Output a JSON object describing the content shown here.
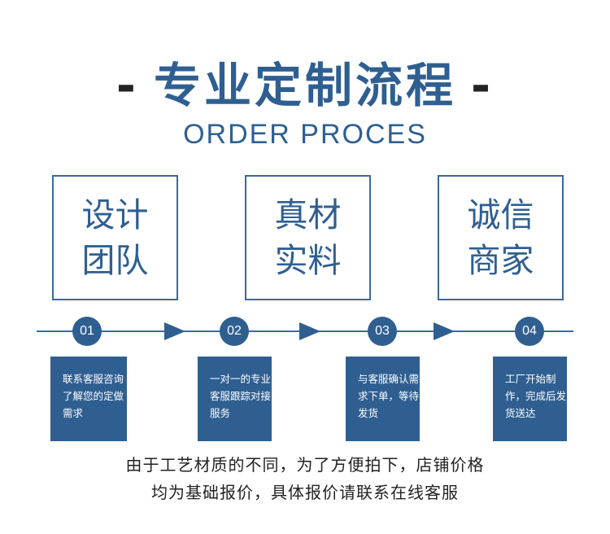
{
  "title": {
    "dash_left": "-",
    "text": "专业定制流程",
    "dash_right": "-"
  },
  "subtitle": "ORDER PROCES",
  "features": [
    {
      "line1": "设计",
      "line2": "团队"
    },
    {
      "line1": "真材",
      "line2": "实料"
    },
    {
      "line1": "诚信",
      "line2": "商家"
    }
  ],
  "steps": [
    {
      "num": "01",
      "text": "联系客服咨询了解您的定做需求"
    },
    {
      "num": "02",
      "text": "一对一的专业客服跟踪对接服务"
    },
    {
      "num": "03",
      "text": "与客服确认需求下单，等待发货"
    },
    {
      "num": "04",
      "text": "工厂开始制作，完成后发货送达"
    }
  ],
  "footer": {
    "line1": "由于工艺材质的不同，为了方便拍下，店铺价格",
    "line2": "均为基础报价，具体报价请联系在线客服"
  },
  "colors": {
    "accent": "#2f5f91"
  }
}
